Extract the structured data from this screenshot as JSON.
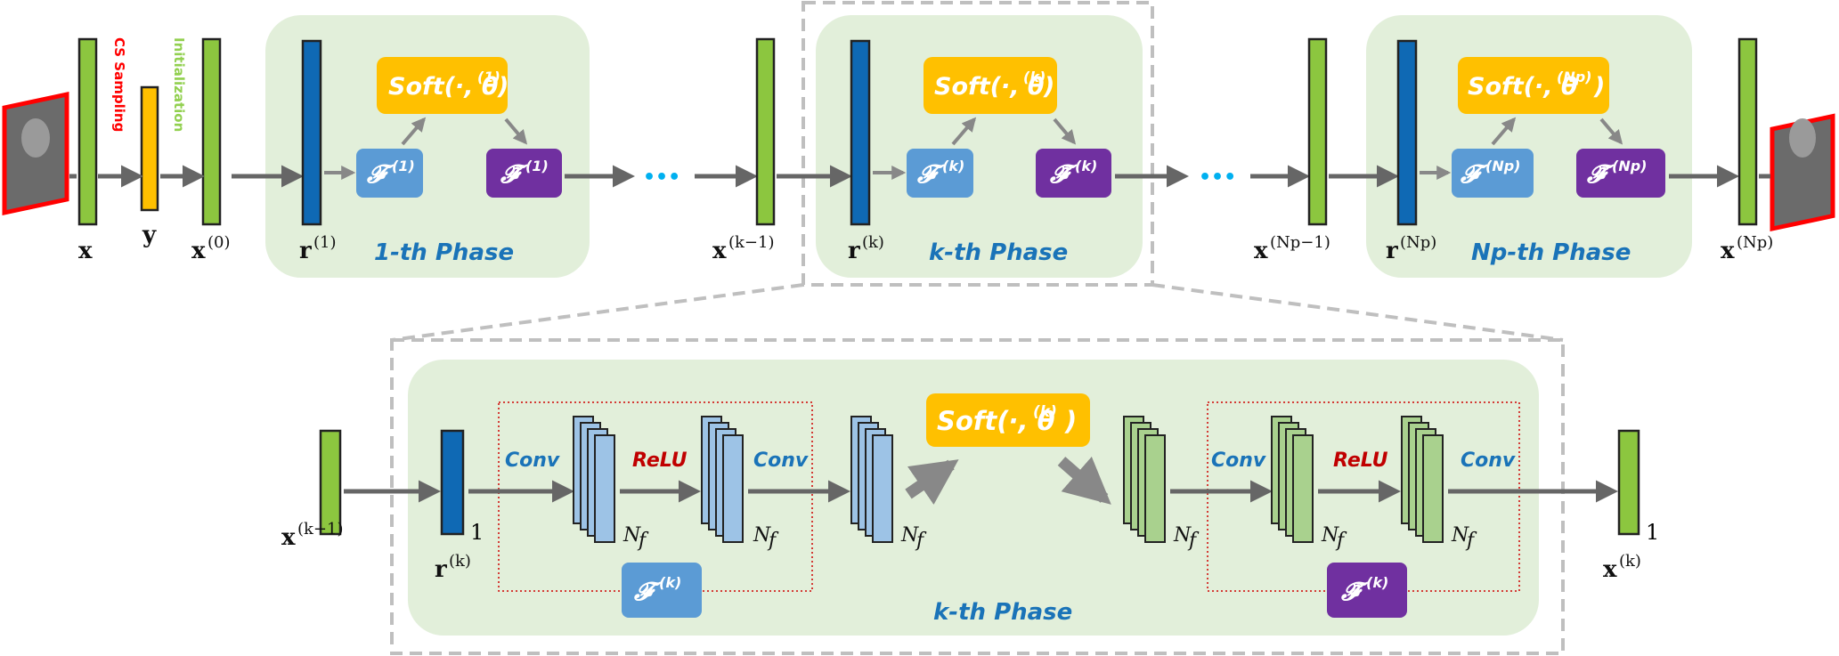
{
  "colors": {
    "green_bar": "#8cc63f",
    "blue_bar": "#0f69b4",
    "yellow_bar": "#ffc000",
    "phase_bg": "#e2efda",
    "soft_box": "#ffc000",
    "f_box": "#5b9bd5",
    "ftilde_box": "#7030a0",
    "arrow": "#666666",
    "dots": "#00b0f0",
    "red_text": "#ff0000",
    "green_text": "#92d050"
  },
  "top": {
    "side_labels": {
      "cs_sampling": "CS Sampling",
      "initialization": "Initialization"
    },
    "labels": {
      "x": "x",
      "y": "y",
      "x0": "x",
      "x0_sup": "(0)",
      "xk1": "x",
      "xk1_sup": "(k−1)",
      "xNp1": "x",
      "xNp1_sup": "(Np−1)",
      "xNp": "x",
      "xNp_sup": "(Np)"
    },
    "phases": [
      {
        "name": "1-th Phase",
        "r": "r",
        "r_sup": "(1)",
        "soft": "Soft(·, θ",
        "soft_sup": "(1)",
        "f": "𝓕",
        "f_sup": "(1)",
        "ft": "𝓕̃",
        "ft_sup": "(1)"
      },
      {
        "name": "k-th Phase",
        "r": "r",
        "r_sup": "(k)",
        "soft": "Soft(·, θ",
        "soft_sup": "(k)",
        "f": "𝓕",
        "f_sup": "(k)",
        "ft": "𝓕̃",
        "ft_sup": "(k)"
      },
      {
        "name": "Np-th Phase",
        "r": "r",
        "r_sup": "(Np)",
        "soft": "Soft(·, θ",
        "soft_sup": "(Np)",
        "f": "𝓕",
        "f_sup": "(Np)",
        "ft": "𝓕̃",
        "ft_sup": "(Np)"
      }
    ],
    "ellipsis": "•••"
  },
  "detail": {
    "phase_label": "k-th Phase",
    "x_in": "x",
    "x_in_sup": "(k−1)",
    "r": "r",
    "r_sup": "(k)",
    "x_out": "x",
    "x_out_sup": "(k)",
    "one": "1",
    "conv": "Conv",
    "relu": "ReLU",
    "nf": "N",
    "nf_sub": "f",
    "soft": "Soft(·, θ",
    "soft_sup": "(k)",
    "f": "𝓕",
    "f_sup": "(k)",
    "ft": "𝓕̃",
    "ft_sup": "(k)"
  }
}
